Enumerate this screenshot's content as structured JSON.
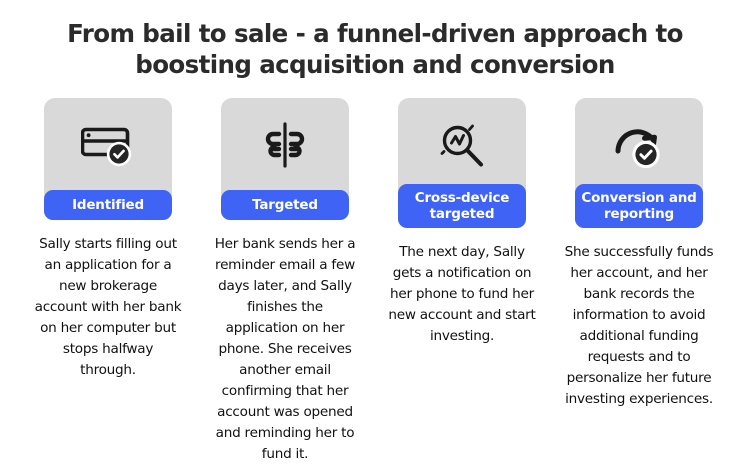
{
  "header": {
    "title": "From bail to sale - a funnel-driven approach to boosting acquisition and conversion"
  },
  "theme": {
    "background": "#ffffff",
    "card_background": "#d9d9d9",
    "chip_background": "#3f63f5",
    "chip_text": "#ffffff",
    "title_color": "#2b2b2b",
    "body_text_color": "#111111",
    "icon_color": "#1a1a1a"
  },
  "stages": [
    {
      "icon": "card-check-icon",
      "label": "Identified",
      "label_lines": 1,
      "body": "Sally starts filling out an application for a new brokerage account with her bank on her computer but stops halfway through."
    },
    {
      "icon": "funnel-target-icon",
      "label": "Targeted",
      "label_lines": 1,
      "body": "Her bank sends her a reminder email a few days later, and Sally finishes the application on her phone. She receives another email confirming that her account was opened and reminding her to fund it."
    },
    {
      "icon": "magnifier-chart-icon",
      "label": "Cross-device targeted",
      "label_lines": 2,
      "body": "The next day, Sally gets a notification on her phone to fund her new account and start investing."
    },
    {
      "icon": "gauge-check-icon",
      "label": "Conversion and reporting",
      "label_lines": 2,
      "body": "She successfully funds her account, and her bank records the information to avoid additional funding requests and to personalize  her future investing experiences."
    }
  ]
}
